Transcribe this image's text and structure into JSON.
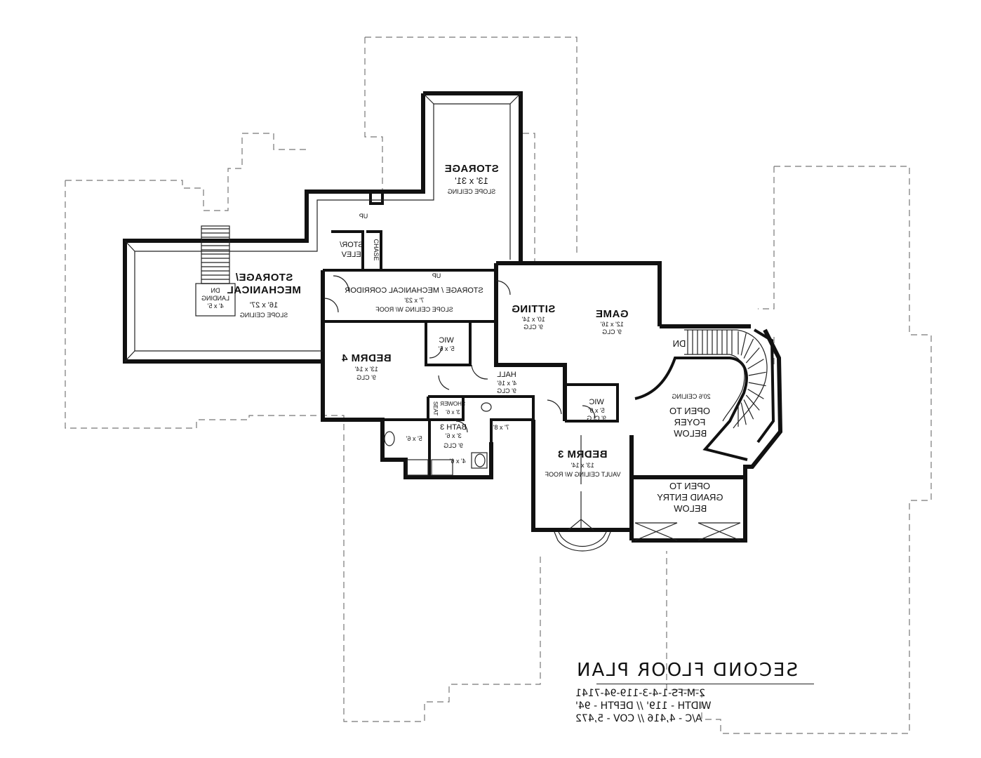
{
  "title": "SECOND FLOOR PLAN",
  "plan_code": "2-M-FS-1-4-3-119-94-7141",
  "dimensions": "WIDTH - 119' // DEPTH - 94'",
  "areas": "A/C - 4,416 // COV - 5,472",
  "rooms": {
    "storage_top": {
      "name": "STORAGE",
      "size": "13' x 31'",
      "note": "SLOPE CEILING"
    },
    "storage_mech": {
      "name1": "STORAGE/",
      "name2": "MECHANICAL",
      "size": "16' x 27'",
      "note": "SLOPE CEILING"
    },
    "landing": {
      "name1": "DN",
      "name2": "LANDING",
      "size": "4' x 5'"
    },
    "corridor": {
      "name": "STORAGE / MECHANICAL CORRIDOR",
      "size": "7' x 23'",
      "note": "SLOPE CEILING W/ ROOF"
    },
    "stor_elev": {
      "name1": "STOR/",
      "name2": "ELEV"
    },
    "chase": {
      "name": "CHASE"
    },
    "up1": "UP",
    "up2": "UP",
    "sitting": {
      "name": "SITTING",
      "size": "10' x 14'",
      "note": "9' CLG"
    },
    "game": {
      "name": "GAME",
      "size": "12' x 16'",
      "note": "9' CLG"
    },
    "dn": "DN",
    "bedrm4": {
      "name": "BEDRM 4",
      "size": "13' x 14'",
      "note": "9' CLG"
    },
    "wic1": {
      "name": "WIC",
      "size": "5' x 6'"
    },
    "hall": {
      "name": "HALL",
      "size": "4' x 16'",
      "note": "9' CLG"
    },
    "wic2": {
      "name": "WIC",
      "size": "5' x 9'",
      "note": "9' CLG"
    },
    "open_foyer": {
      "ceiling": "20'6 CEILING",
      "line1": "OPEN TO",
      "line2": "FOYER",
      "line3": "BELOW"
    },
    "bath3": {
      "name": "BATH 3",
      "size": "3' x 6'",
      "note": "9' CLG"
    },
    "shower": {
      "name": "SHOWER",
      "size": "3' x 6'"
    },
    "seat": "SEAT",
    "dim_7x8": "7' x 8'",
    "dim_5x6": "5' x 6'",
    "dim_4x6": "4' x 6'",
    "bedrm3": {
      "name": "BEDRM 3",
      "size": "13' x 14'",
      "note": "VAULT CEILING W/ ROOF"
    },
    "grand_entry": {
      "line1": "OPEN TO",
      "line2": "GRAND ENTRY",
      "line3": "BELOW"
    }
  }
}
